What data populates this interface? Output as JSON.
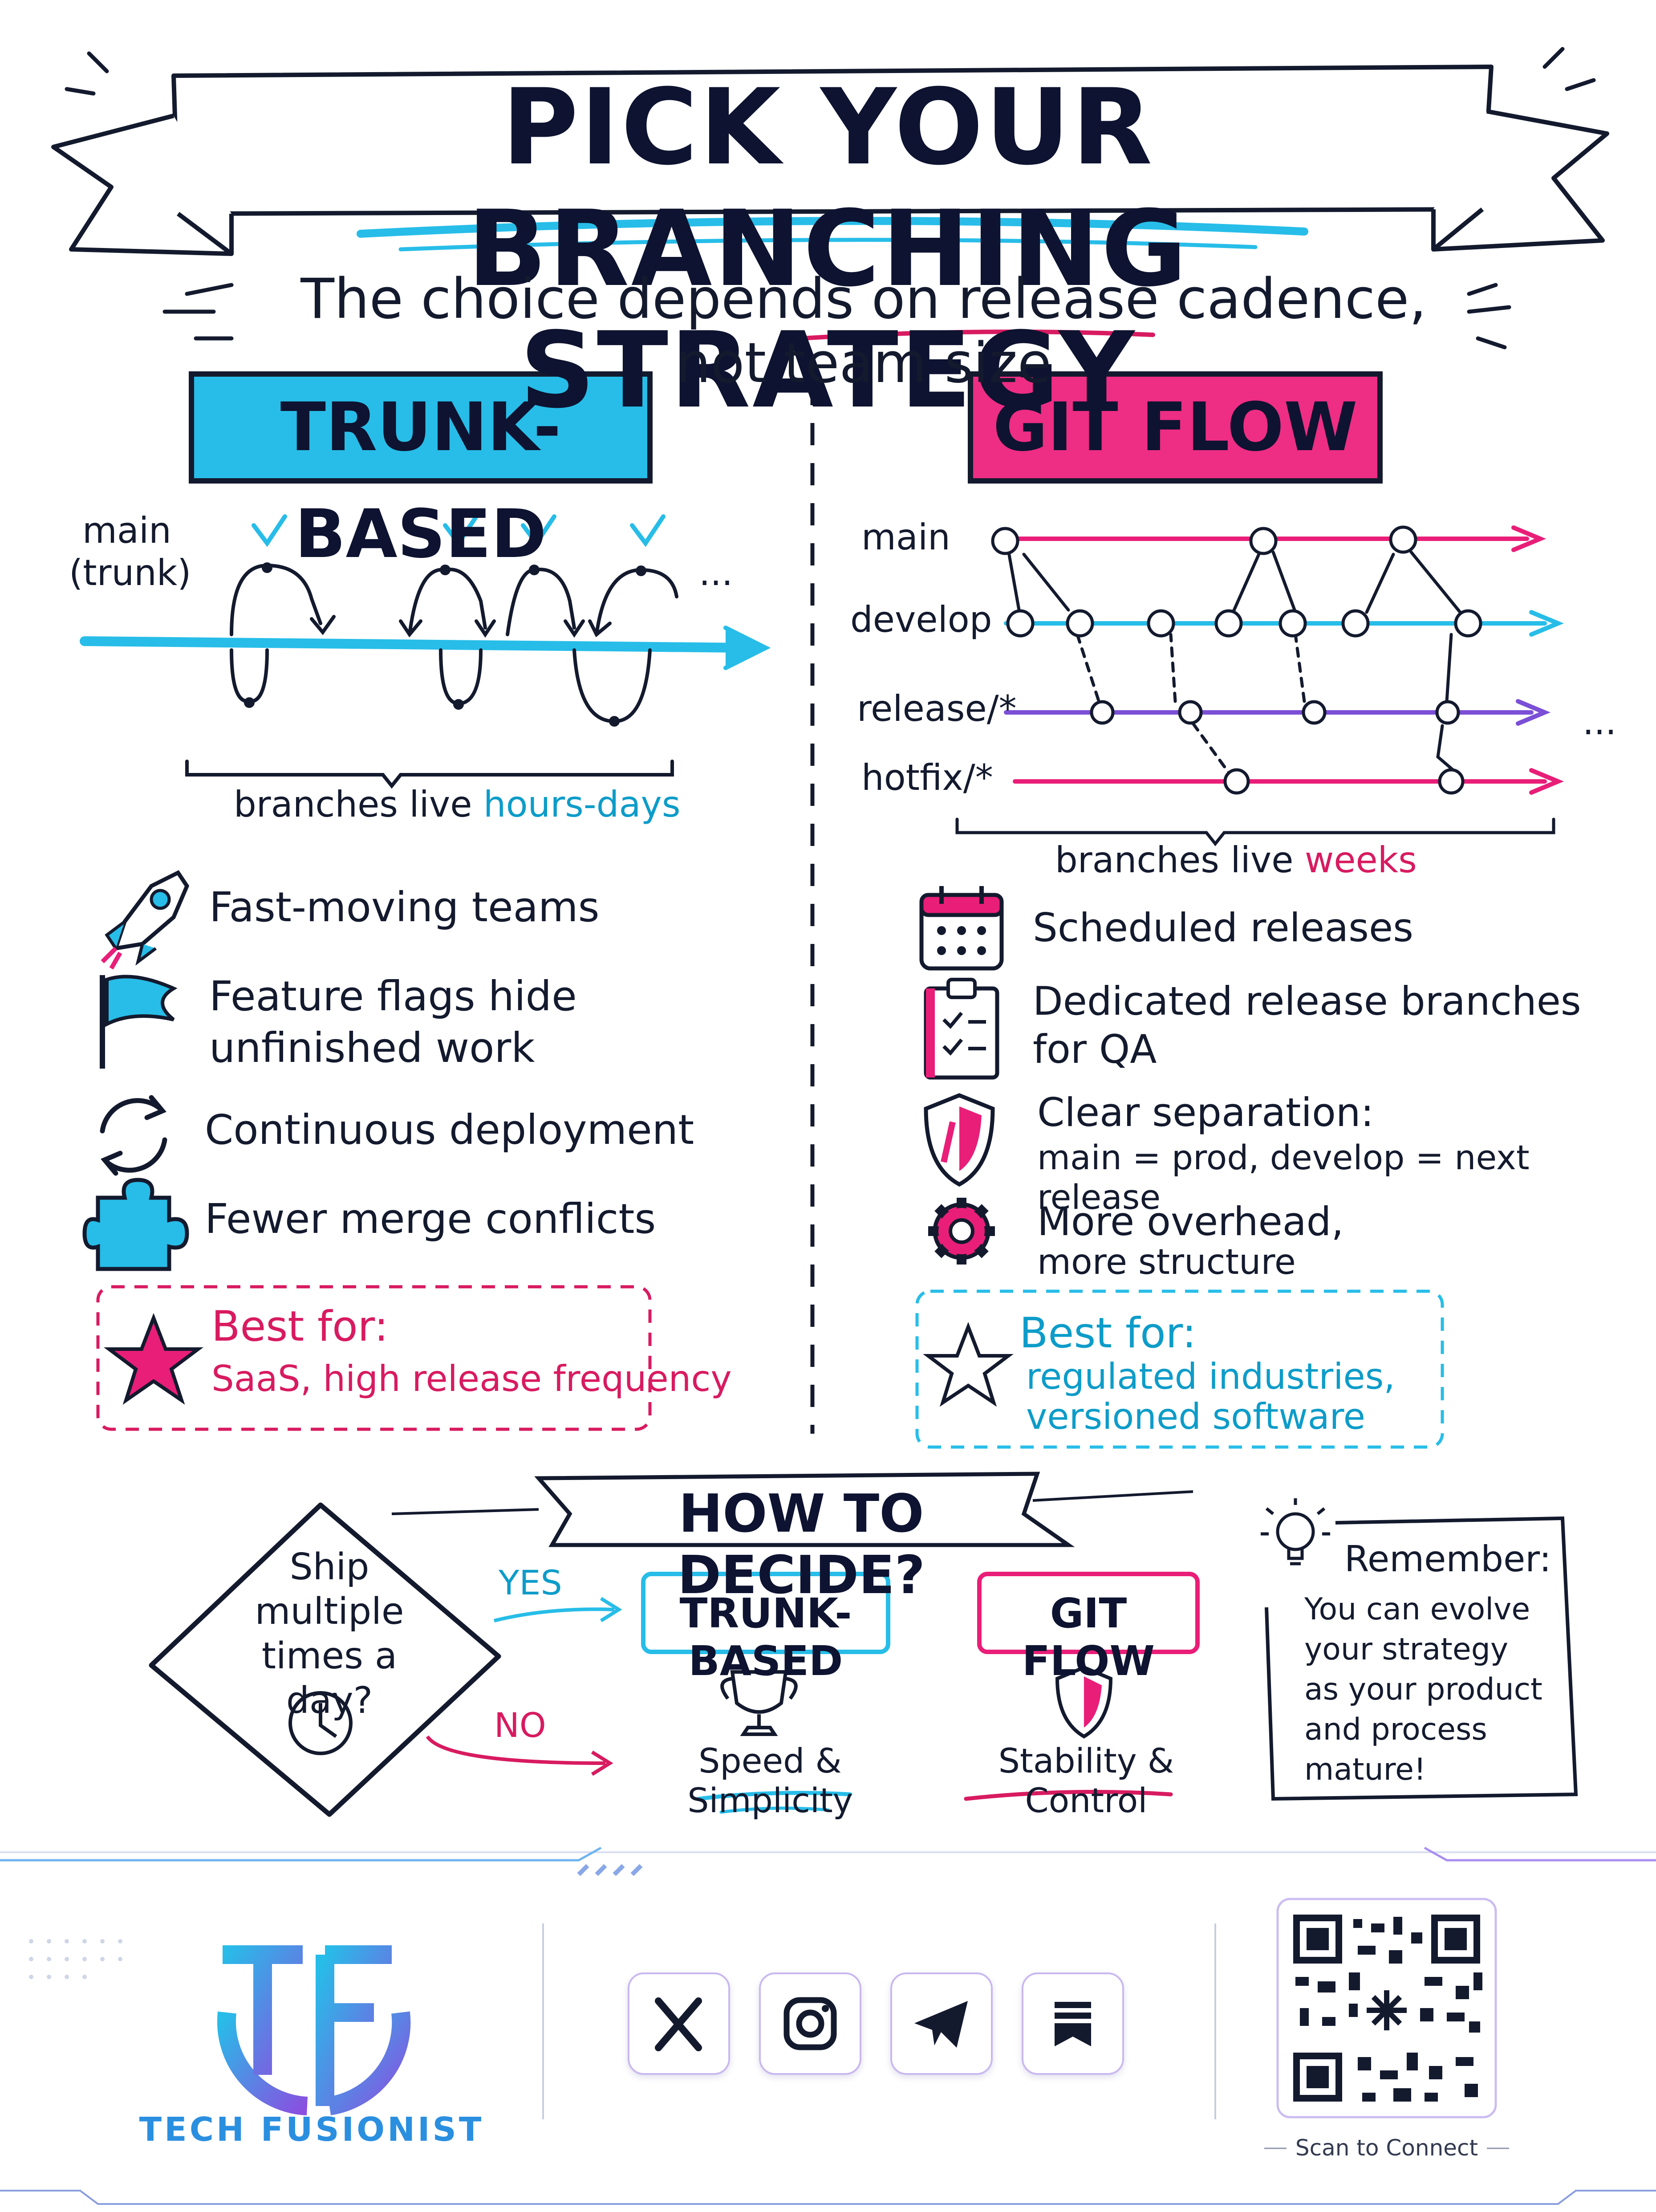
{
  "title": "PICK YOUR BRANCHING STRATEGY",
  "subtitle": {
    "before": "The choice depends on",
    "highlight": "release cadence,",
    "after": "not team size"
  },
  "colors": {
    "trunk": "#27bde8",
    "gitflow": "#e91e78",
    "ink": "#141a2e",
    "purple": "#7b4fd6"
  },
  "trunk": {
    "header": "TRUNK-BASED",
    "main_label_1": "main",
    "main_label_2": "(trunk)",
    "ellipsis": "...",
    "lifespan_prefix": "branches live",
    "lifespan_value": "hours-days",
    "features": [
      {
        "icon": "rocket-icon",
        "text": "Fast-moving teams"
      },
      {
        "icon": "flag-icon",
        "text_1": "Feature flags hide",
        "text_2": "unfinished work"
      },
      {
        "icon": "refresh-icon",
        "text": "Continuous deployment"
      },
      {
        "icon": "puzzle-icon",
        "text": "Fewer merge conflicts"
      }
    ],
    "best_for_title": "Best for:",
    "best_for_body": "SaaS, high release frequency"
  },
  "gitflow": {
    "header": "GIT FLOW",
    "lanes": [
      "main",
      "develop",
      "release/*",
      "hotfix/*"
    ],
    "ellipsis": "...",
    "lifespan_prefix": "branches live",
    "lifespan_value": "weeks",
    "features": [
      {
        "icon": "calendar-icon",
        "text": "Scheduled releases"
      },
      {
        "icon": "clipboard-icon",
        "text_1": "Dedicated release branches",
        "text_2": "for QA"
      },
      {
        "icon": "shield-icon",
        "text_1": "Clear separation:",
        "text_2": "main = prod, develop = next release"
      },
      {
        "icon": "gear-icon",
        "text_1": "More overhead,",
        "text_2": "more structure"
      }
    ],
    "best_for_title": "Best for:",
    "best_for_body_1": "regulated industries,",
    "best_for_body_2": "versioned software"
  },
  "decide": {
    "title": "HOW TO DECIDE?",
    "question_1": "Ship",
    "question_2": "multiple",
    "question_3": "times a day?",
    "yes": "YES",
    "no": "NO",
    "trunk_box": "TRUNK-BASED",
    "gitflow_box": "GIT FLOW",
    "trunk_caption": "Speed & Simplicity",
    "gitflow_caption": "Stability & Control"
  },
  "remember": {
    "title": "Remember:",
    "lines": [
      "You can evolve",
      "your strategy",
      "as your product",
      "and process",
      "mature!"
    ]
  },
  "footer": {
    "brand": "TECH FUSIONIST",
    "social": [
      "x-icon",
      "instagram-icon",
      "telegram-icon",
      "bookmark-icon"
    ],
    "scan": "Scan to Connect"
  }
}
